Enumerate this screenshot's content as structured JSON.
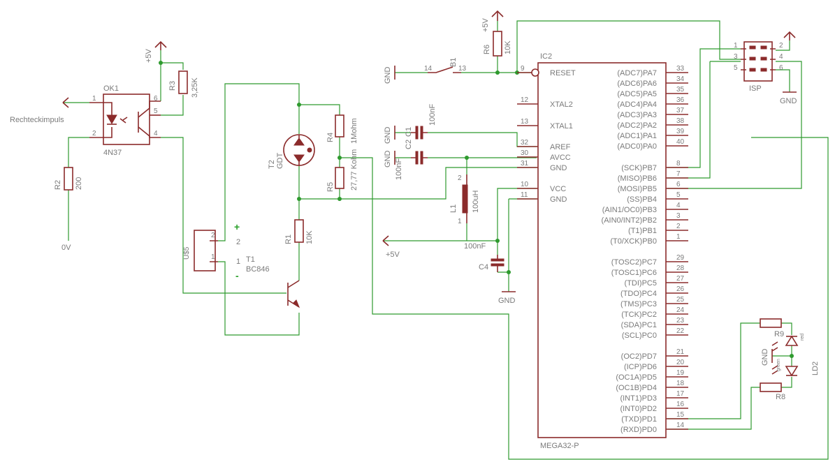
{
  "labels": {
    "ok1_name": "OK1",
    "ok1_part": "4N37",
    "rechteck": "Rechteckimpuls",
    "r3_name": "R3",
    "r3_val": "3,25K",
    "r2_name": "R2",
    "r2_val": "200",
    "zero_v": "0V",
    "plus5v": "+5V",
    "u5_name": "U$5",
    "pin2": "2",
    "pin1": "1",
    "plus_sign": "+",
    "minus_sign": "-",
    "t1_name": "T1",
    "t1_part": "BC846",
    "t2_name": "T2",
    "t2_part": "GDT",
    "r4_name": "R4",
    "r4_val": "1Mohm",
    "r5_name": "R5",
    "r5_val": "27,77 Kohm",
    "r1_name": "R1",
    "r1_val": "10K",
    "r6_name": "R6",
    "r6_val": "10K",
    "b1_name": "B1",
    "gnd": "GND",
    "c1_name": "C1",
    "c1_val": "100nF",
    "c2_name": "C2",
    "c2_val": "100nF",
    "l1_name": "L1",
    "l1_val": "100uH",
    "c4_name": "C4",
    "c4_val": "100nF",
    "ic2_name": "IC2",
    "ic2_part": "MEGA32-P",
    "isp_name": "ISP",
    "r9_name": "R9",
    "r8_name": "R8",
    "ld2_name": "LD2",
    "red": "red",
    "green": "green",
    "b1_p14": "14",
    "b1_p13": "13",
    "ok1_p1": "1",
    "ok1_p2": "2",
    "ok1_p4": "4",
    "ok1_p5": "5",
    "ok1_p6": "6",
    "l1_p1": "1",
    "l1_p2": "2"
  },
  "ic_left_pins": [
    {
      "num": "9",
      "name": "RESET"
    },
    {
      "num": "12",
      "name": "XTAL2"
    },
    {
      "num": "13",
      "name": "XTAL1"
    },
    {
      "num": "32",
      "name": "AREF"
    },
    {
      "num": "30",
      "name": "AVCC"
    },
    {
      "num": "31",
      "name": "GND"
    },
    {
      "num": "10",
      "name": "VCC"
    },
    {
      "num": "11",
      "name": "GND"
    }
  ],
  "ic_right_pins": [
    {
      "num": "33",
      "name": "(ADC7)PA7"
    },
    {
      "num": "34",
      "name": "(ADC6)PA6"
    },
    {
      "num": "35",
      "name": "(ADC5)PA5"
    },
    {
      "num": "36",
      "name": "(ADC4)PA4"
    },
    {
      "num": "37",
      "name": "(ADC3)PA3"
    },
    {
      "num": "38",
      "name": "(ADC2)PA2"
    },
    {
      "num": "39",
      "name": "(ADC1)PA1"
    },
    {
      "num": "40",
      "name": "(ADC0)PA0"
    },
    {
      "num": "8",
      "name": "(SCK)PB7"
    },
    {
      "num": "7",
      "name": "(MISO)PB6"
    },
    {
      "num": "6",
      "name": "(MOSI)PB5"
    },
    {
      "num": "5",
      "name": "(SS)PB4"
    },
    {
      "num": "4",
      "name": "(AIN1/OC0)PB3"
    },
    {
      "num": "3",
      "name": "(AIN0/INT2)PB2"
    },
    {
      "num": "2",
      "name": "(T1)PB1"
    },
    {
      "num": "1",
      "name": "(T0/XCK)PB0"
    },
    {
      "num": "29",
      "name": "(TOSC2)PC7"
    },
    {
      "num": "28",
      "name": "(TOSC1)PC6"
    },
    {
      "num": "27",
      "name": "(TDI)PC5"
    },
    {
      "num": "26",
      "name": "(TDO)PC4"
    },
    {
      "num": "25",
      "name": "(TMS)PC3"
    },
    {
      "num": "24",
      "name": "(TCK)PC2"
    },
    {
      "num": "23",
      "name": "(SDA)PC1"
    },
    {
      "num": "22",
      "name": "(SCL)PC0"
    },
    {
      "num": "21",
      "name": "(OC2)PD7"
    },
    {
      "num": "20",
      "name": "(ICP)PD6"
    },
    {
      "num": "19",
      "name": "(OC1A)PD5"
    },
    {
      "num": "18",
      "name": "(OC1B)PD4"
    },
    {
      "num": "17",
      "name": "(INT1)PD3"
    },
    {
      "num": "16",
      "name": "(INT0)PD2"
    },
    {
      "num": "15",
      "name": "(TXD)PD1"
    },
    {
      "num": "14",
      "name": "(RXD)PD0"
    }
  ],
  "isp_pins": [
    {
      "num": "1"
    },
    {
      "num": "3"
    },
    {
      "num": "5"
    },
    {
      "num": "2"
    },
    {
      "num": "4"
    },
    {
      "num": "6"
    }
  ],
  "colors": {
    "wire": "#2e9a2e",
    "symbol": "#8b2b2b",
    "text": "#7a7a7a"
  }
}
